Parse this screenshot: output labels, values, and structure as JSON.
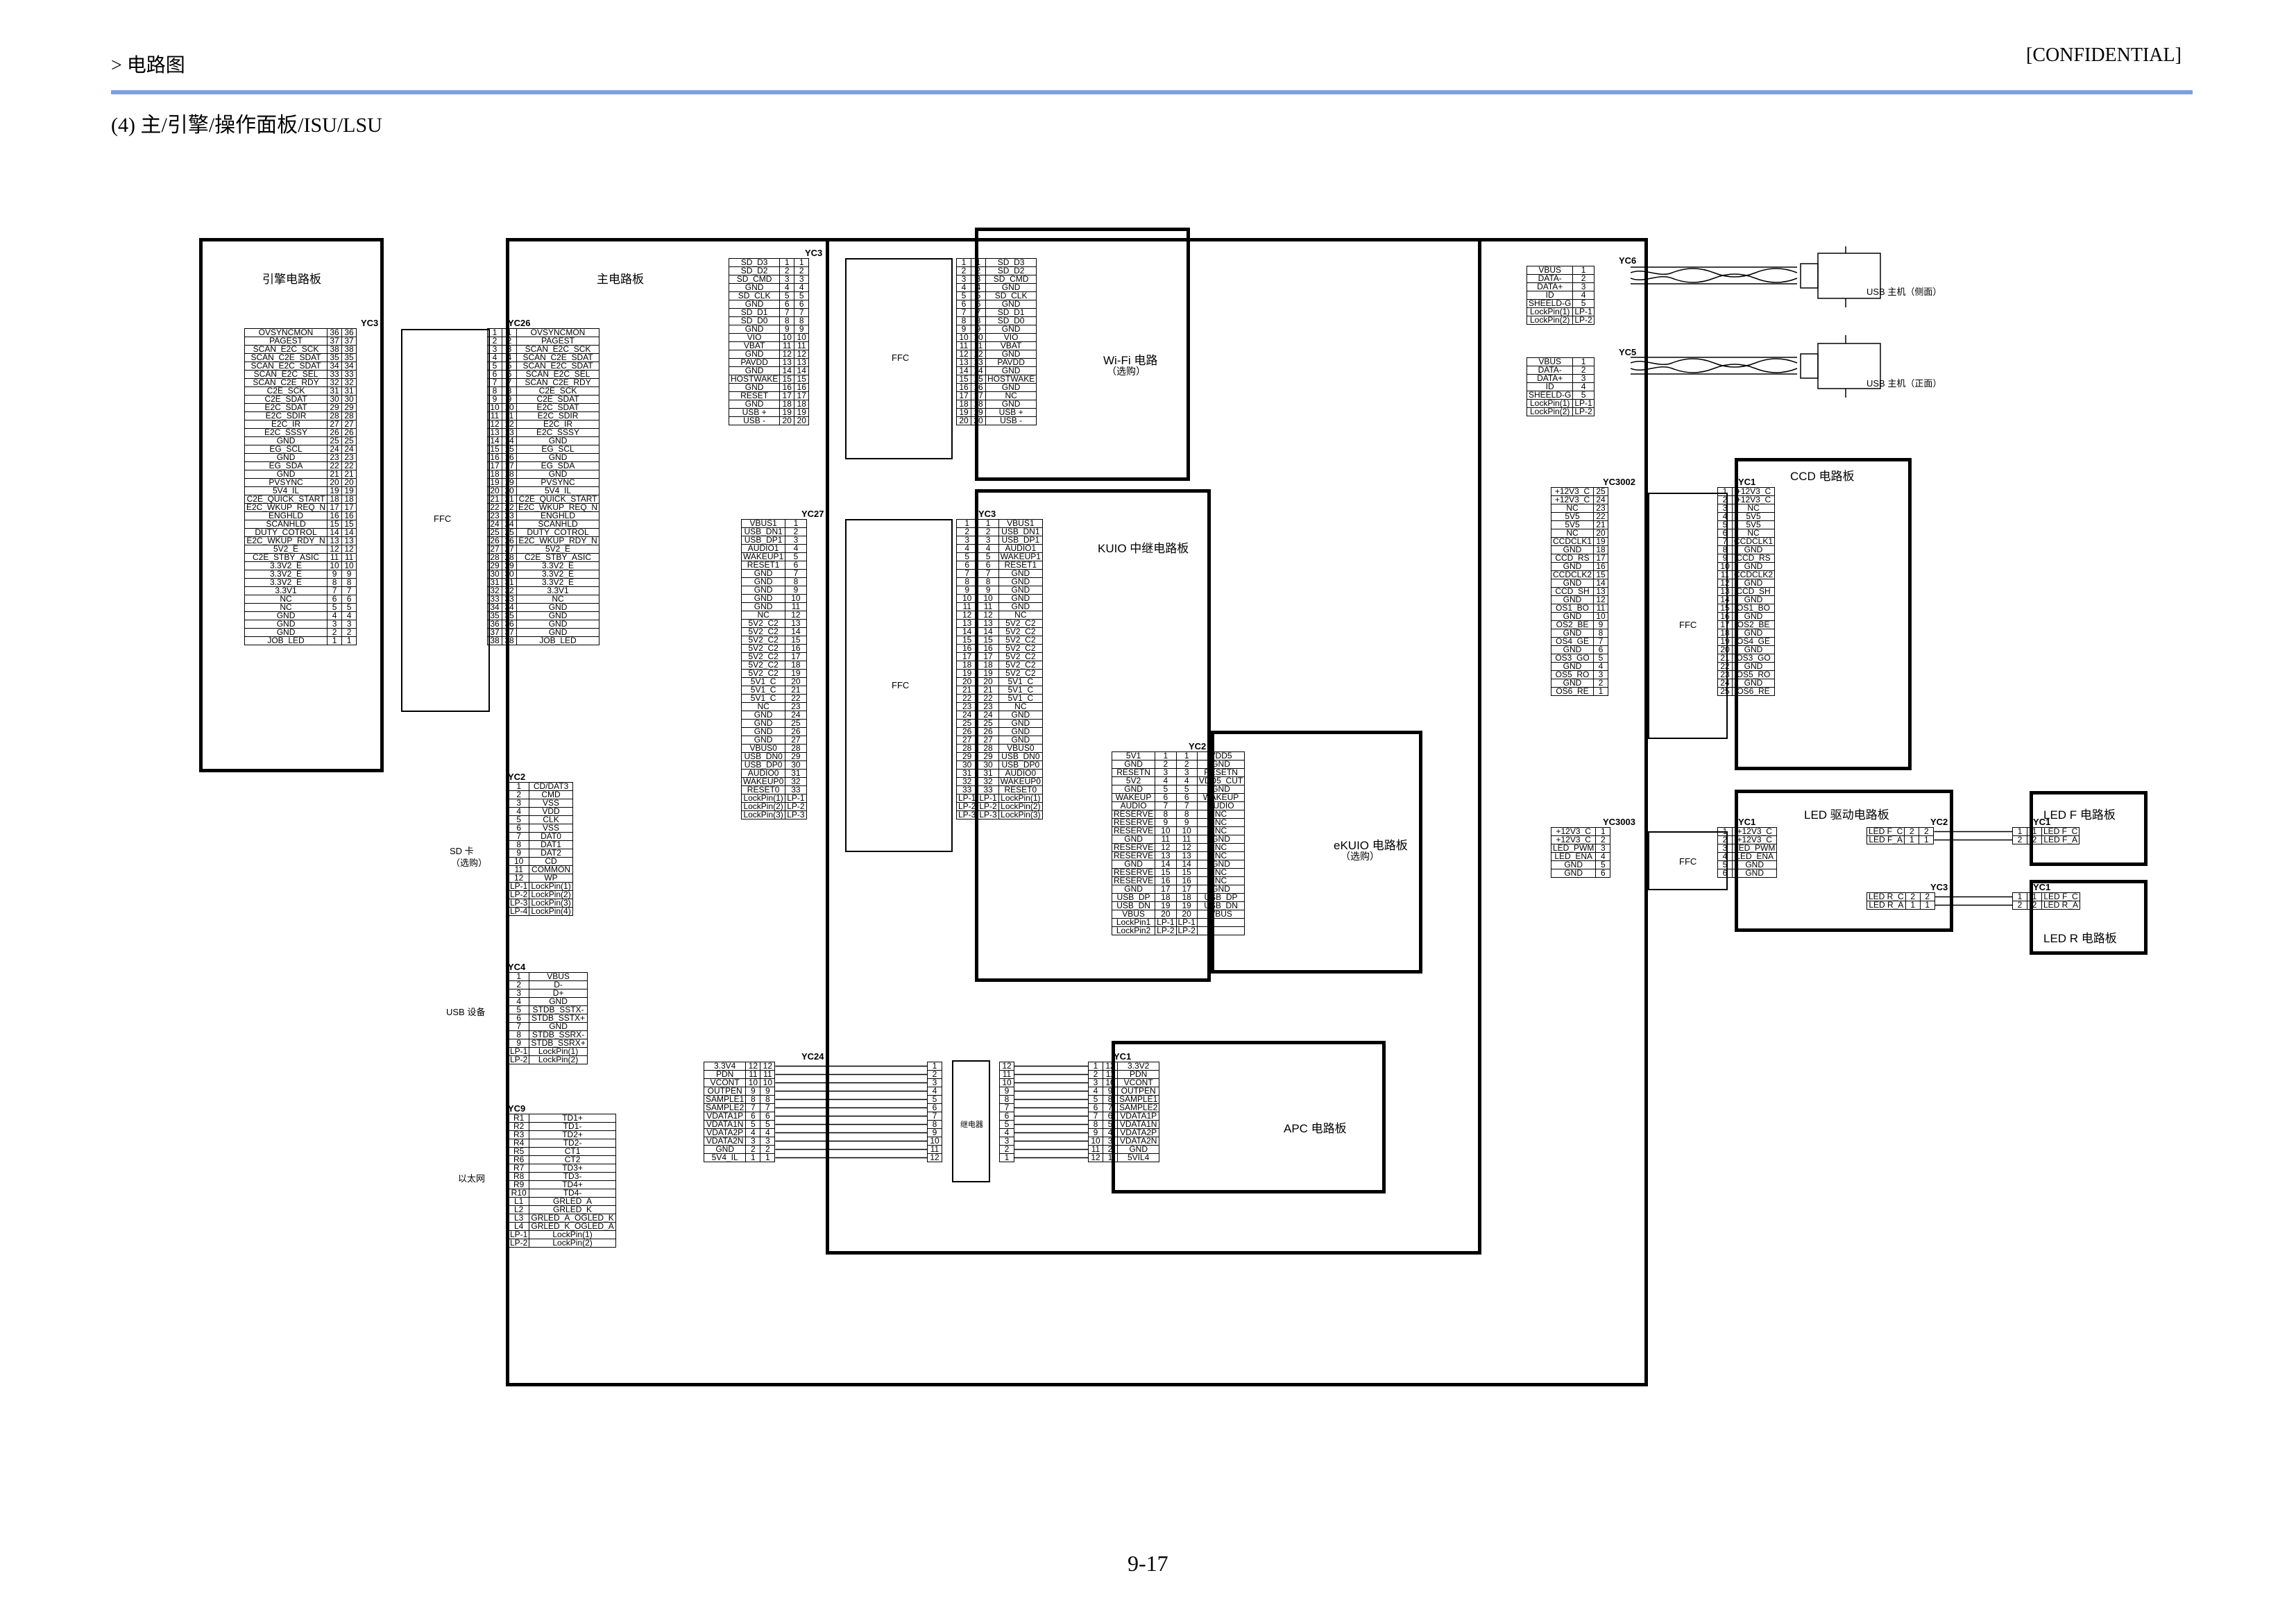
{
  "header": {
    "breadcrumb": "> 电路图",
    "confidential": "[CONFIDENTIAL]",
    "section_title": "(4) 主/引擎/操作面板/ISU/LSU",
    "page_number": "9-17"
  },
  "boards": {
    "engine": "引擎电路板",
    "main": "主电路板",
    "wifi": "Wi-Fi 电路",
    "wifi_opt": "（选购）",
    "kuio": "KUIO 中继电路板",
    "ekuio": "eKUIO 电路板",
    "ekuio_opt": "（选购）",
    "apc": "APC 电路板",
    "relay": "继电器",
    "ccd": "CCD 电路板",
    "led_drive": "LED 驱动电路板",
    "led_f": "LED F 电路板",
    "led_r": "LED R 电路板",
    "usb_host_side": "USB 主机（侧面）",
    "usb_host_front": "USB 主机（正面）",
    "sd_card": "SD 卡",
    "sd_opt": "（选购）",
    "usb_device": "USB 设备",
    "ethernet": "以太网"
  },
  "ffc": "FFC",
  "connectors": {
    "engine_yc3": {
      "name": "YC3",
      "pins": [
        "36",
        "37",
        "38",
        "35",
        "34",
        "33",
        "32",
        "31",
        "30",
        "29",
        "28",
        "27",
        "26",
        "25",
        "24",
        "23",
        "22",
        "21",
        "20",
        "19",
        "18",
        "17",
        "16",
        "15",
        "14",
        "13",
        "12",
        "11",
        "10",
        "9",
        "8",
        "7",
        "6",
        "5",
        "4",
        "3",
        "2",
        "1"
      ]
    },
    "main_yc26": {
      "name": "YC26"
    },
    "engine_signals": [
      "OVSYNCMON",
      "PAGEST",
      "SCAN_E2C_SCK",
      "SCAN_C2E_SDAT",
      "SCAN_E2C_SDAT",
      "SCAN_E2C_SEL",
      "SCAN_C2E_RDY",
      "C2E_SCK",
      "C2E_SDAT",
      "E2C_SDAT",
      "E2C_SDIR",
      "E2C_IR",
      "E2C_SSSY",
      "GND",
      "EG_SCL",
      "GND",
      "EG_SDA",
      "GND",
      "PVSYNC",
      "5V4_IL",
      "C2E_QUICK_START",
      "E2C_WKUP_REQ_N",
      "ENGHLD",
      "SCANHLD",
      "DUTY_COTROL",
      "E2C_WKUP_RDY_N",
      "5V2_E",
      "C2E_STBY_ASIC",
      "3.3V2_E",
      "3.3V2_E",
      "3.3V2_E",
      "3.3V1",
      "NC",
      "NC",
      "GND",
      "GND",
      "GND",
      "JOB_LED"
    ],
    "engine_pin_nums": [
      "36",
      "37",
      "38",
      "35",
      "34",
      "33",
      "32",
      "31",
      "30",
      "29",
      "28",
      "27",
      "26",
      "25",
      "24",
      "23",
      "22",
      "21",
      "20",
      "19",
      "18",
      "17",
      "16",
      "15",
      "14",
      "13",
      "12",
      "11",
      "10",
      "9",
      "8",
      "7",
      "6",
      "5",
      "4",
      "3",
      "2",
      "1"
    ],
    "main_yc26_nums": [
      "1",
      "2",
      "3",
      "4",
      "5",
      "6",
      "7",
      "8",
      "9",
      "10",
      "11",
      "12",
      "13",
      "14",
      "15",
      "16",
      "17",
      "18",
      "19",
      "20",
      "21",
      "22",
      "23",
      "24",
      "25",
      "26",
      "27",
      "28",
      "29",
      "30",
      "31",
      "32",
      "33",
      "34",
      "35",
      "36",
      "37",
      "38"
    ],
    "main_yc26_signals": [
      "OVSYNCMON",
      "PAGEST",
      "SCAN_E2C_SCK",
      "SCAN_C2E_SDAT",
      "SCAN_E2C_SDAT",
      "SCAN_E2C_SEL",
      "SCAN_C2E_RDY",
      "C2E_SCK",
      "C2E_SDAT",
      "E2C_SDAT",
      "E2C_SDIR",
      "E2C_IR",
      "E2C_SSSY",
      "GND",
      "EG_SCL",
      "GND",
      "EG_SDA",
      "GND",
      "PVSYNC",
      "5V4_IL",
      "C2E_QUICK_START",
      "E2C_WKUP_REQ_N",
      "ENGHLD",
      "SCANHLD",
      "DUTY_COTROL",
      "E2C_WKUP_RDY_N",
      "5V2_E",
      "C2E_STBY_ASIC",
      "3.3V2_E",
      "3.3V2_E",
      "3.3V2_E",
      "3.3V1",
      "NC",
      "GND",
      "GND",
      "GND",
      "GND",
      "JOB_LED"
    ],
    "yc3_wifi_name": "YC3",
    "yc3_wifi_signals": [
      "SD_D3",
      "SD_D2",
      "SD_CMD",
      "GND",
      "SD_CLK",
      "GND",
      "SD_D1",
      "SD_D0",
      "GND",
      "VIO",
      "VBAT",
      "GND",
      "PAVDD",
      "GND",
      "HOSTWAKE",
      "GND",
      "RESET",
      "GND",
      "USB +",
      "USB -"
    ],
    "wifi_signals": [
      "SD_D3",
      "SD_D2",
      "SD_CMD",
      "GND",
      "SD_CLK",
      "GND",
      "SD_D1",
      "SD_D0",
      "GND",
      "VIO",
      "VBAT",
      "GND",
      "PAVDD",
      "GND",
      "HOSTWAKE",
      "GND",
      "NC",
      "GND",
      "USB +",
      "USB -"
    ],
    "yc27_name": "YC27",
    "yc27_signals": [
      "VBUS1",
      "USB_DN1",
      "USB_DP1",
      "AUDIO1",
      "WAKEUP1",
      "RESET1",
      "GND",
      "GND",
      "GND",
      "GND",
      "GND",
      "NC",
      "5V2_C2",
      "5V2_C2",
      "5V2_C2",
      "5V2_C2",
      "5V2_C2",
      "5V2_C2",
      "5V2_C2",
      "5V1_C",
      "5V1_C",
      "5V1_C",
      "NC",
      "GND",
      "GND",
      "GND",
      "GND",
      "VBUS0",
      "USB_DN0",
      "USB_DP0",
      "AUDIO0",
      "WAKEUP0",
      "RESET0",
      "LockPin(1)",
      "LockPin(2)",
      "LockPin(3)"
    ],
    "yc27_nums": [
      "1",
      "2",
      "3",
      "4",
      "5",
      "6",
      "7",
      "8",
      "9",
      "10",
      "11",
      "12",
      "13",
      "14",
      "15",
      "16",
      "17",
      "18",
      "19",
      "20",
      "21",
      "22",
      "23",
      "24",
      "25",
      "26",
      "27",
      "28",
      "29",
      "30",
      "31",
      "32",
      "33",
      "LP-1",
      "LP-2",
      "LP-3"
    ],
    "kuio_yc3_name": "YC3",
    "kuio_signals": [
      "VBUS1",
      "USB_DN1",
      "USB_DP1",
      "AUDIO1",
      "WAKEUP1",
      "RESET1",
      "GND",
      "GND",
      "GND",
      "GND",
      "GND",
      "NC",
      "5V2_C2",
      "5V2_C2",
      "5V2_C2",
      "5V2_C2",
      "5V2_C2",
      "5V2_C2",
      "5V2_C2",
      "5V1_C",
      "5V1_C",
      "5V1_C",
      "NC",
      "GND",
      "GND",
      "GND",
      "GND",
      "VBUS0",
      "USB_DN0",
      "USB_DP0",
      "AUDIO0",
      "WAKEUP0",
      "RESET0",
      "LockPin(1)",
      "LockPin(2)",
      "LockPin(3)"
    ],
    "yc2_kuio_name": "YC2",
    "yc2_left": [
      "5V1",
      "GND",
      "RESETN",
      "5V2",
      "GND",
      "WAKEUP",
      "AUDIO",
      "RESERVE",
      "RESERVE",
      "RESERVE",
      "GND",
      "RESERVE",
      "RESERVE",
      "GND",
      "RESERVE",
      "RESERVE",
      "GND",
      "USB_DP",
      "USB_DN",
      "VBUS",
      "LockPin1",
      "LockPin2"
    ],
    "yc2_nums": [
      "1",
      "2",
      "3",
      "4",
      "5",
      "6",
      "7",
      "8",
      "9",
      "10",
      "11",
      "12",
      "13",
      "14",
      "15",
      "16",
      "17",
      "18",
      "19",
      "20",
      "LP-1",
      "LP-2"
    ],
    "yc2_right": [
      "VDD5",
      "GND",
      "RESETN",
      "VDD5_CUT",
      "GND",
      "WAKEUP",
      "AUDIO",
      "NC",
      "NC",
      "NC",
      "GND",
      "NC",
      "NC",
      "GND",
      "NC",
      "NC",
      "GND",
      "USB_DP",
      "USB_DN",
      "VBUS"
    ],
    "sd_yc2_name": "YC2",
    "sd_nums": [
      "1",
      "2",
      "3",
      "4",
      "5",
      "6",
      "7",
      "8",
      "9",
      "10",
      "11",
      "12",
      "LP-1",
      "LP-2",
      "LP-3",
      "LP-4"
    ],
    "sd_signals": [
      "CD/DAT3",
      "CMD",
      "VSS",
      "VDD",
      "CLK",
      "VSS",
      "DAT0",
      "DAT1",
      "DAT2",
      "CD",
      "COMMON",
      "WP",
      "LockPin(1)",
      "LockPin(2)",
      "LockPin(3)",
      "LockPin(4)"
    ],
    "usb_yc4_name": "YC4",
    "usb_nums": [
      "1",
      "2",
      "3",
      "4",
      "5",
      "6",
      "7",
      "8",
      "9",
      "LP-1",
      "LP-2"
    ],
    "usb_signals": [
      "VBUS",
      "D-",
      "D+",
      "GND",
      "STDB_SSTX-",
      "STDB_SSTX+",
      "GND",
      "STDB_SSRX-",
      "STDB_SSRX+",
      "LockPin(1)",
      "LockPin(2)"
    ],
    "eth_yc9_name": "YC9",
    "eth_nums": [
      "R1",
      "R2",
      "R3",
      "R4",
      "R5",
      "R6",
      "R7",
      "R8",
      "R9",
      "R10",
      "L1",
      "L2",
      "L3",
      "L4",
      "LP-1",
      "LP-2"
    ],
    "eth_signals": [
      "TD1+",
      "TD1-",
      "TD2+",
      "TD2-",
      "CT1",
      "CT2",
      "TD3+",
      "TD3-",
      "TD4+",
      "TD4-",
      "GRLED_A",
      "GRLED_K",
      "GRLED_A_OGLED_K",
      "GRLED_K_OGLED_A",
      "LockPin(1)",
      "LockPin(2)"
    ],
    "yc24_name": "YC24",
    "yc24_signals": [
      "3.3V4",
      "PDN",
      "VCONT",
      "OUTPEN",
      "SAMPLE1",
      "SAMPLE2",
      "VDATA1P",
      "VDATA1N",
      "VDATA2P",
      "VDATA2N",
      "GND",
      "5V4_IL"
    ],
    "yc24_nums": [
      "12",
      "11",
      "10",
      "9",
      "8",
      "7",
      "6",
      "5",
      "4",
      "3",
      "2",
      "1"
    ],
    "relay_left": [
      "1",
      "2",
      "3",
      "4",
      "5",
      "6",
      "7",
      "8",
      "9",
      "10",
      "11",
      "12"
    ],
    "relay_right": [
      "12",
      "11",
      "10",
      "9",
      "8",
      "7",
      "6",
      "5",
      "4",
      "3",
      "2",
      "1"
    ],
    "apc_yc1_name": "YC1",
    "apc_a": [
      "1",
      "2",
      "3",
      "4",
      "5",
      "6",
      "7",
      "8",
      "9",
      "10",
      "11",
      "12"
    ],
    "apc_b": [
      "12",
      "11",
      "10",
      "9",
      "8",
      "7",
      "6",
      "5",
      "4",
      "3",
      "2",
      "1"
    ],
    "apc_signals": [
      "3.3V2",
      "PDN",
      "VCONT",
      "OUTPEN",
      "SAMPLE1",
      "SAMPLE2",
      "VDATA1P",
      "VDATA1N",
      "VDATA2P",
      "VDATA2N",
      "GND",
      "5VIL4"
    ],
    "yc6_name": "YC6",
    "yc5_name": "YC5",
    "usbh_signals": [
      "VBUS",
      "DATA-",
      "DATA+",
      "ID",
      "SHEELD-G",
      "LockPin(1)",
      "LockPin(2)"
    ],
    "usbh_nums": [
      "1",
      "2",
      "3",
      "4",
      "5",
      "LP-1",
      "LP-2"
    ],
    "yc3002_name": "YC3002",
    "yc3002_signals": [
      "+12V3_C",
      "+12V3_C",
      "NC",
      "5V5",
      "5V5",
      "NC",
      "CCDCLK1",
      "GND",
      "CCD_RS",
      "GND",
      "CCDCLK2",
      "GND",
      "CCD_SH",
      "GND",
      "OS1_BO",
      "GND",
      "OS2_BE",
      "GND",
      "OS4_GE",
      "GND",
      "OS3_GO",
      "GND",
      "OS5_RO",
      "GND",
      "OS6_RE"
    ],
    "yc3002_nums": [
      "25",
      "24",
      "23",
      "22",
      "21",
      "20",
      "19",
      "18",
      "17",
      "16",
      "15",
      "14",
      "13",
      "12",
      "11",
      "10",
      "9",
      "8",
      "7",
      "6",
      "5",
      "4",
      "3",
      "2",
      "1"
    ],
    "ccd_yc1_name": "YC1",
    "ccd_nums": [
      "1",
      "2",
      "3",
      "4",
      "5",
      "6",
      "7",
      "8",
      "9",
      "10",
      "11",
      "12",
      "13",
      "14",
      "15",
      "16",
      "17",
      "18",
      "19",
      "20",
      "21",
      "22",
      "23",
      "24",
      "25"
    ],
    "ccd_signals": [
      "+12V3_C",
      "+12V3_C",
      "NC",
      "5V5",
      "5V5",
      "NC",
      "CCDCLK1",
      "GND",
      "CCD_RS",
      "GND",
      "CCDCLK2",
      "GND",
      "CCD_SH",
      "GND",
      "OS1_BO",
      "GND",
      "OS2_BE",
      "GND",
      "OS4_GE",
      "GND",
      "OS3_GO",
      "GND",
      "OS5_RO",
      "GND",
      "OS6_RE"
    ],
    "yc3003_name": "YC3003",
    "yc3003_signals": [
      "+12V3_C",
      "+12V3_C",
      "LED_PWM",
      "LED_ENA",
      "GND",
      "GND"
    ],
    "yc3003_nums": [
      "1",
      "2",
      "3",
      "4",
      "5",
      "6"
    ],
    "led_yc1_name": "YC1",
    "led_yc1_nums": [
      "1",
      "2",
      "3",
      "4",
      "5",
      "6"
    ],
    "led_yc1_signals": [
      "+12V3_C",
      "+12V3_C",
      "LED_PWM",
      "LED_ENA",
      "GND",
      "GND"
    ],
    "led_yc2_name": "YC2",
    "led_yc2_signals": [
      "LED F_C",
      "LED F_A"
    ],
    "led_yc2_nums": [
      "2",
      "1"
    ],
    "led_yc3_name": "YC3",
    "led_yc3_signals": [
      "LED R_C",
      "LED R_A"
    ],
    "ledf_yc1_name": "YC1",
    "ledf_nums": [
      "1",
      "2"
    ],
    "ledf_signals": [
      "LED F_C",
      "LED F_A"
    ],
    "ledr_yc1_name": "YC1",
    "ledr_signals": [
      "LED F_C",
      "LED R_A"
    ]
  }
}
